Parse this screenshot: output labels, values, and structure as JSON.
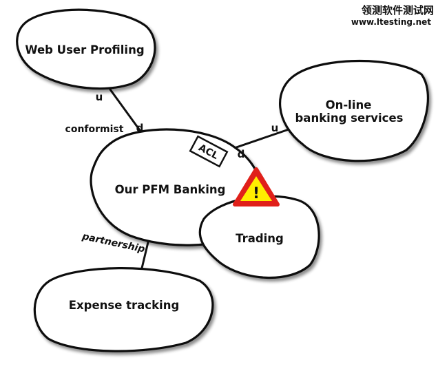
{
  "watermark": {
    "line1": "领测软件测试网",
    "line2": "www.ltesting.net"
  },
  "contexts": {
    "web_user_profiling": "Web User Profiling",
    "online_banking_line1": "On-line",
    "online_banking_line2": "banking services",
    "pfm_banking": "Our PFM Banking",
    "trading": "Trading",
    "expense_tracking": "Expense tracking"
  },
  "relations": {
    "profiling_upstream": "u",
    "profiling_downstream": "d",
    "profiling_pattern": "conformist",
    "online_upstream": "u",
    "online_downstream": "d",
    "acl_label": "ACL",
    "expense_pattern": "partnership"
  },
  "warning": {
    "symbol": "!",
    "color": "#ffee00",
    "border_color": "#e0201a"
  }
}
